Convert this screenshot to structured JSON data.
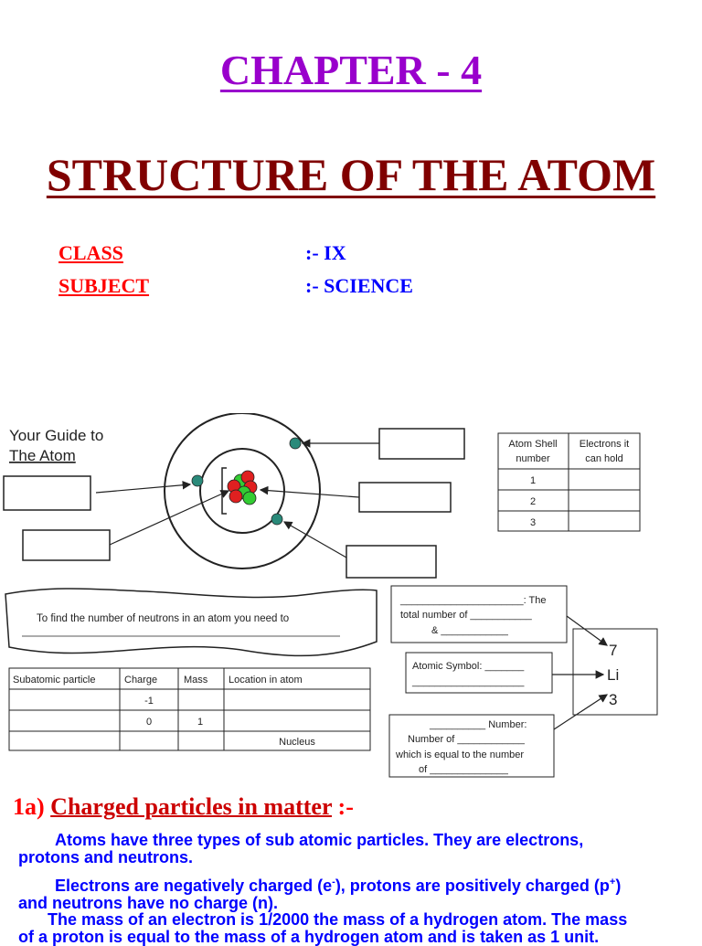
{
  "header": {
    "chapter": "CHAPTER - 4",
    "title": "STRUCTURE OF THE ATOM"
  },
  "meta": [
    {
      "label": "CLASS",
      "value": ":- IX"
    },
    {
      "label": "SUBJECT",
      "value": ":- SCIENCE"
    }
  ],
  "worksheet": {
    "guide_title_line1": "Your Guide to",
    "guide_title_line2": "The Atom",
    "shell_table": {
      "headers": [
        "Atom Shell number",
        "Electrons it can hold"
      ],
      "header_lines": [
        [
          "Atom Shell",
          "number"
        ],
        [
          "Electrons it",
          "can hold"
        ]
      ],
      "rows": [
        [
          "1",
          ""
        ],
        [
          "2",
          ""
        ],
        [
          "3",
          ""
        ]
      ]
    },
    "neutron_text": "To find the number of neutrons in an atom you need to",
    "particle_table": {
      "headers": [
        "Subatomic particle",
        "Charge",
        "Mass",
        "Location in atom"
      ],
      "rows": [
        [
          "",
          "-1",
          "",
          ""
        ],
        [
          "",
          "0",
          "1",
          ""
        ],
        [
          "",
          "",
          "",
          "Nucleus"
        ]
      ]
    },
    "mass_box": {
      "line1": "______________________: The",
      "line2": "total number of ___________",
      "line3": "& ____________"
    },
    "symbol_box": {
      "line1": "Atomic Symbol: _______",
      "line2": "____________________"
    },
    "atomic_box": {
      "line1": "__________ Number:",
      "line2": "Number of ____________",
      "line3": "which is equal to the number",
      "line4": "of ______________"
    },
    "element": {
      "mass_number": "7",
      "symbol": "Li",
      "atomic_number": "3"
    }
  },
  "section": {
    "number": "1a)",
    "title": "Charged particles in matter",
    "suffix": ":-"
  },
  "paragraphs": {
    "p1_line1": "Atoms have three types of sub atomic particles. They are electrons,",
    "p1_line2": "protons and neutrons.",
    "p2_a": "Electrons are negatively charged (e",
    "p2_sup1": "-",
    "p2_b": "), protons are positively charged (p",
    "p2_sup2": "+",
    "p2_c": ")",
    "p2_line2": "and neutrons have no charge (n).",
    "p3_line1": "The mass of an electron is 1/2000 the mass of a hydrogen atom. The mass",
    "p3_line2": "of a proton is equal to the mass of a hydrogen atom and is taken as 1 unit."
  },
  "colors": {
    "chapter": "#9900cc",
    "title": "#800000",
    "label_red": "#ff0000",
    "value_blue": "#0000ff",
    "proton_red": "#e02020",
    "neutron_green": "#33cc33",
    "electron_teal": "#2a8a7a"
  }
}
